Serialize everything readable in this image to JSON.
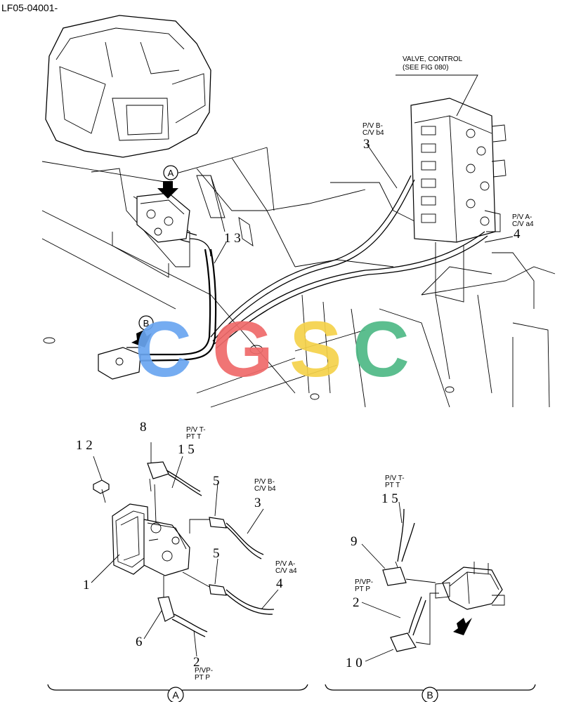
{
  "drawing_id": "LF05-04001-",
  "watermark": {
    "text": "CGSC",
    "colors": [
      "#6aa5f0",
      "#ef6a6a",
      "#f5d24a",
      "#4fb986"
    ]
  },
  "callouts": {
    "valve_control": [
      "VALVE, CONTROL",
      "(SEE FIG 080)"
    ],
    "pv_b_top": [
      "P/V B-",
      "C/V b4"
    ],
    "pv_a_top": [
      "P/V A-",
      "C/V a4"
    ],
    "view_a": "A",
    "view_b": "B",
    "num_3": "3",
    "num_4": "4",
    "num_13": "1 3"
  },
  "detail_a": {
    "title": "A",
    "labels": {
      "pv_t": [
        "P/V T-",
        "PT T"
      ],
      "pv_b": [
        "P/V B-",
        "C/V b4"
      ],
      "pv_a": [
        "P/V A-",
        "C/V a4"
      ],
      "pv_p": [
        "P/VP-",
        "PT P"
      ]
    },
    "numbers": {
      "n12": "1 2",
      "n8": "8",
      "n15": "1 5",
      "n5a": "5",
      "n3": "3",
      "n5b": "5",
      "n4": "4",
      "n1": "1",
      "n6": "6",
      "n2": "2"
    }
  },
  "detail_b": {
    "title": "B",
    "labels": {
      "pv_t": [
        "P/V T-",
        "PT T"
      ],
      "pv_p": [
        "P/VP-",
        "PT P"
      ]
    },
    "numbers": {
      "n15": "1 5",
      "n9": "9",
      "n2": "2",
      "n10": "1 0"
    }
  }
}
